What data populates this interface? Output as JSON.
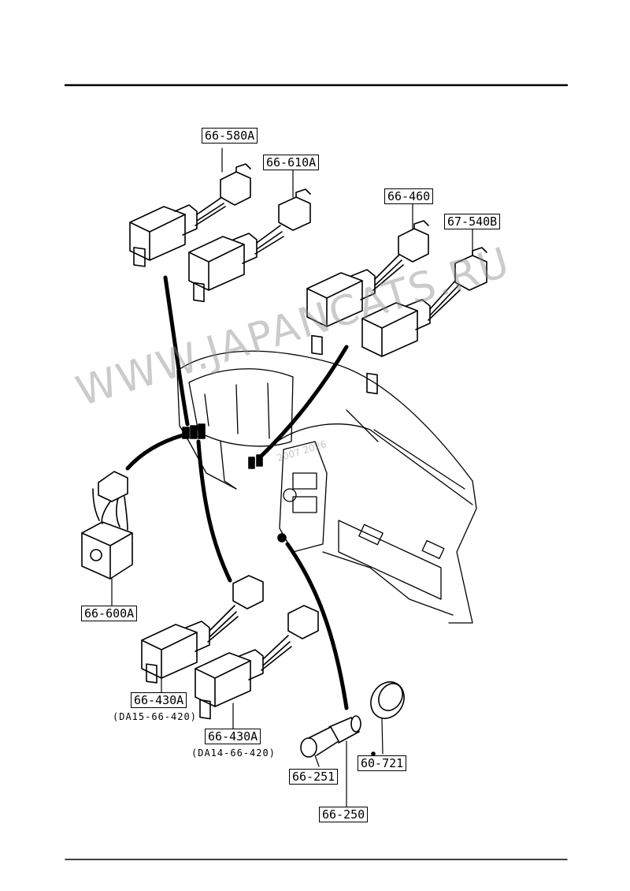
{
  "watermark": {
    "main": "WWW.JAPANCATS.RU",
    "small": "2007 2026"
  },
  "parts": {
    "p66_580A": "66-580A",
    "p66_610A": "66-610A",
    "p66_460": "66-460",
    "p67_540B": "67-540B",
    "p66_600A": "66-600A",
    "p66_430A_1": "66-430A",
    "p66_430A_1_note": "(DA15-66-420)",
    "p66_430A_2": "66-430A",
    "p66_430A_2_note": "(DA14-66-420)",
    "p66_251": "66-251",
    "p60_721": "60-721",
    "p66_250": "66-250"
  }
}
